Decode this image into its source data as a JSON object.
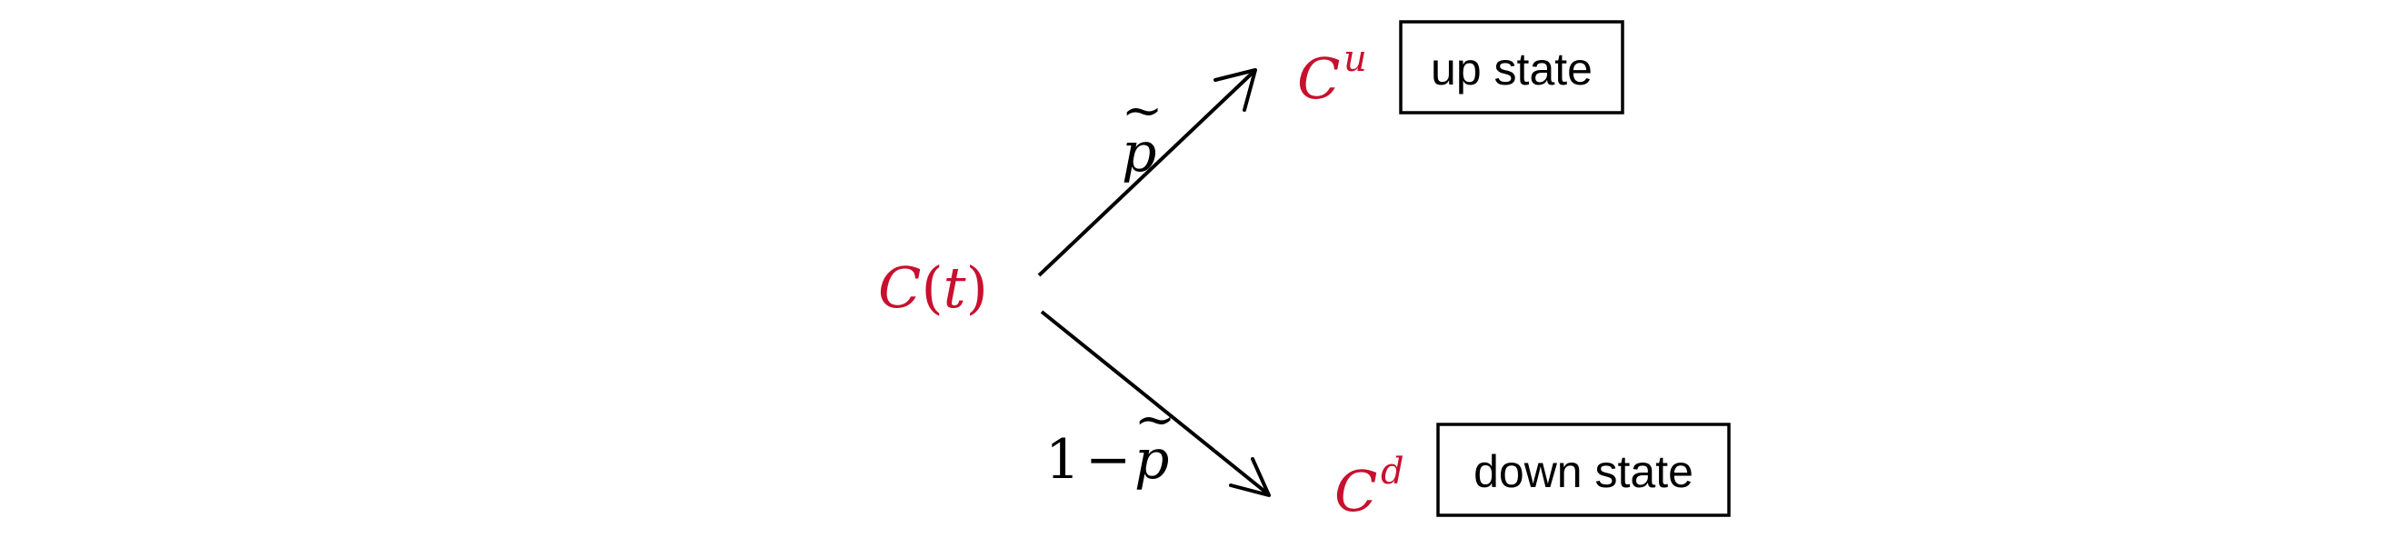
{
  "diagram": {
    "root_node": {
      "letter": "C",
      "open_paren": "(",
      "variable": "t",
      "close_paren": ")"
    },
    "up_node": {
      "letter": "C",
      "superscript": "u",
      "box_label": "up state"
    },
    "down_node": {
      "letter": "C",
      "superscript": "d",
      "box_label": "down state"
    },
    "up_edge": {
      "probability": "p",
      "tilde": "~"
    },
    "down_edge": {
      "prefix": "1",
      "minus": "−",
      "probability": "p",
      "tilde": "~"
    },
    "colors": {
      "node_text": "#c8102e",
      "label_text": "#000000"
    }
  }
}
